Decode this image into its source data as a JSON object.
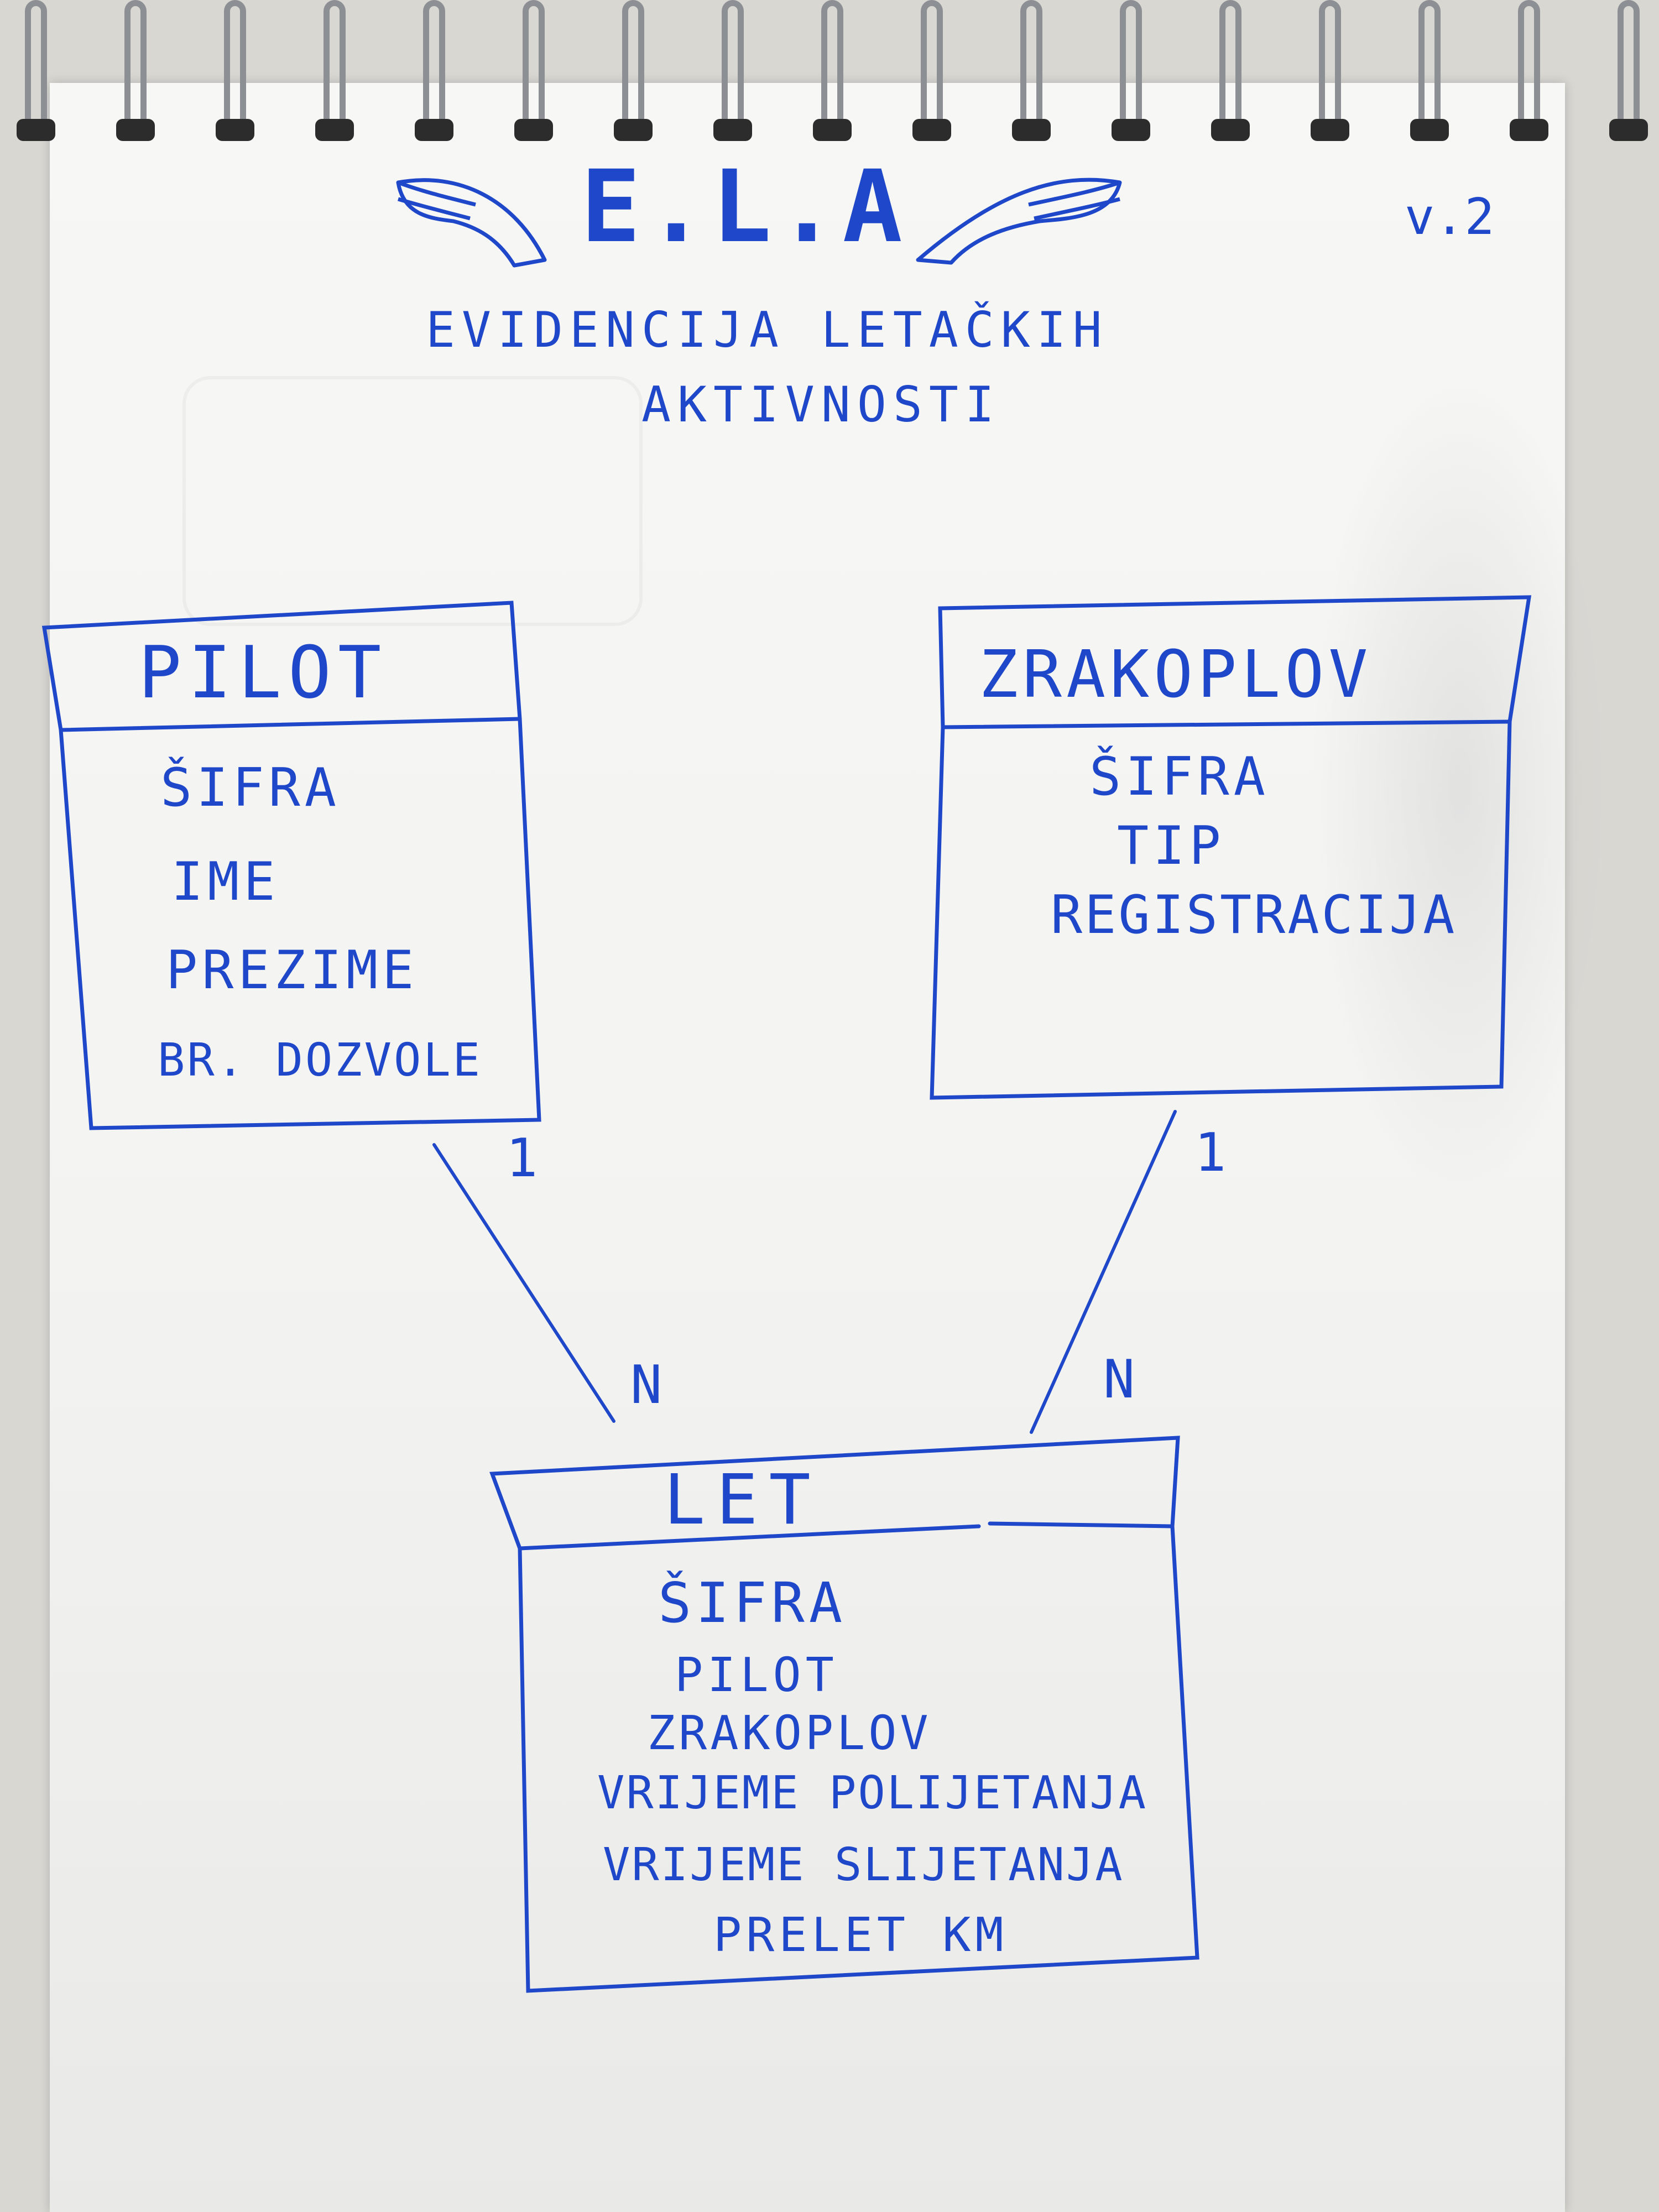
{
  "header": {
    "logo": "E.L.A",
    "version": "v.2",
    "subtitle_line1": "EVIDENCIJA LETAČKIH",
    "subtitle_line2": "AKTIVNOSTI"
  },
  "entities": [
    {
      "name": "PILOT",
      "attributes": [
        "ŠIFRA",
        "IME",
        "PREZIME",
        "BR. DOZVOLE"
      ]
    },
    {
      "name": "ZRAKOPLOV",
      "attributes": [
        "ŠIFRA",
        "TIP",
        "REGISTRACIJA"
      ]
    },
    {
      "name": "LET",
      "attributes": [
        "ŠIFRA",
        "PILOT",
        "ZRAKOPLOV",
        "VRIJEME POLIJETANJA",
        "VRIJEME SLIJETANJA",
        "PRELET KM"
      ]
    }
  ],
  "relationships": [
    {
      "from": "PILOT",
      "to": "LET",
      "from_cardinality": "1",
      "to_cardinality": "N"
    },
    {
      "from": "ZRAKOPLOV",
      "to": "LET",
      "from_cardinality": "1",
      "to_cardinality": "N"
    }
  ],
  "colors": {
    "ink": "#1f47c9",
    "paper": "#f5f5f3",
    "spiral": "#8c8f94"
  }
}
